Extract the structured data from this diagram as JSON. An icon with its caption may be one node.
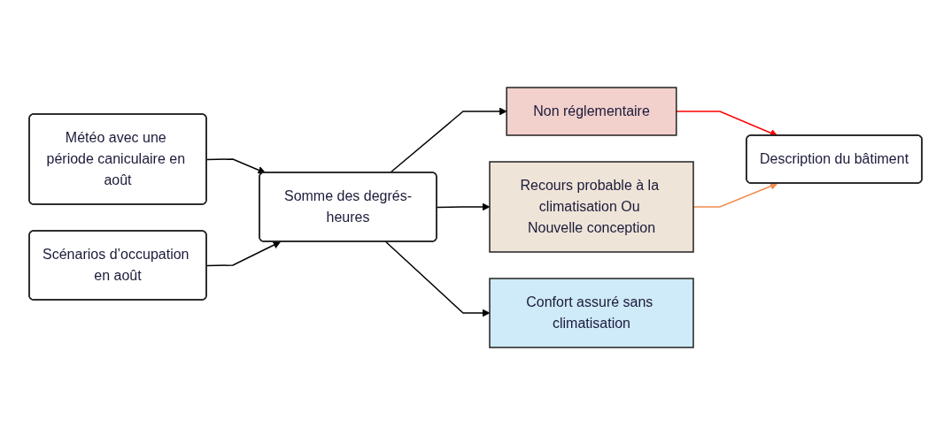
{
  "diagram": {
    "nodes": [
      {
        "text": [
          "Description du bâtiment"
        ]
      },
      {
        "text": [
          "Météo avec une période caniculaire en août"
        ]
      },
      {
        "text": [
          "Scénarios d’occupation en août"
        ]
      },
      {
        "text": [
          "Somme des degrés-heures"
        ]
      },
      {
        "text": [
          "Non réglementaire"
        ]
      },
      {
        "text": [
          "Recours probable à la climatisation Ou Nouvelle conception"
        ]
      },
      {
        "text": [
          "Confort assuré sans climatisation"
        ]
      }
    ],
    "edges": [
      {
        "from": 1,
        "to": 3,
        "arrow": "to"
      },
      {
        "from": 2,
        "to": 3,
        "arrow": "to"
      },
      {
        "from": 3,
        "to": 4,
        "arrow": "to"
      },
      {
        "from": 3,
        "to": 5,
        "arrow": "to"
      },
      {
        "from": 3,
        "to": 6,
        "arrow": "to"
      },
      {
        "from": 4,
        "to": 0,
        "arrow": "to",
        "color": "#ff0000"
      },
      {
        "from": 5,
        "to": 0,
        "arrow": "to",
        "color": "#f08c50"
      }
    ]
  }
}
